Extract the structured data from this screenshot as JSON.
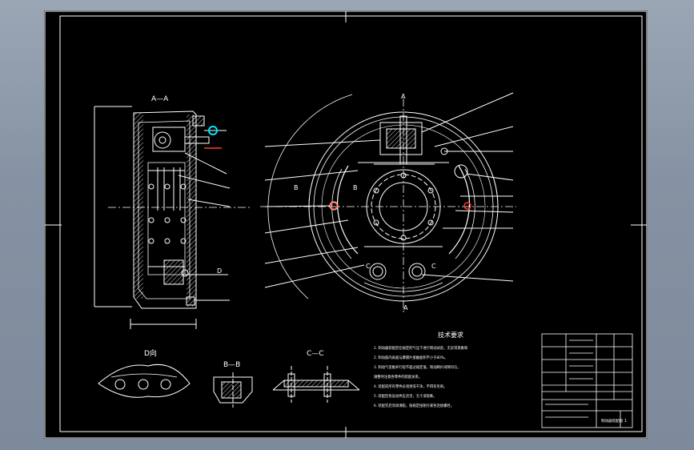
{
  "drawing": {
    "section_aa": "A—A",
    "view_d": "D向",
    "section_bb": "B—B",
    "section_cc": "C—C",
    "mark_a_top": "A",
    "mark_a_bottom": "A",
    "mark_b_left": "B",
    "mark_b_right": "B",
    "mark_c_left": "C",
    "mark_c_right": "C",
    "mark_d": "D"
  },
  "requirements": {
    "title": "技术要求",
    "lines": [
      "1. 制动器装配后在规定的气压下进行制动试验，无异常现象和",
      "2. 制动鼓内表面与摩擦片接触面积不小于80%。",
      "3. 制动气室推杆行程不超过规定值，制动蹄片间隙均匀，",
      "   调整时注意各零件的装配关系。",
      "4. 装配前所有零件必须清洗干净，不得有毛刺。",
      "5. 装配后各运动件应灵活，无卡滞现象。",
      "6. 装配完后涂润滑脂，按规定扭矩拧紧各连接螺栓。"
    ]
  },
  "title_block": {
    "cell_main": "制动器装配图",
    "cell_sheet": "1"
  },
  "colors": {
    "outer_bg": "#8592a3",
    "sheet": "#000000",
    "line": "#ffffff",
    "marker_cyan": "#00e5ff",
    "marker_red": "#ff3b30"
  }
}
